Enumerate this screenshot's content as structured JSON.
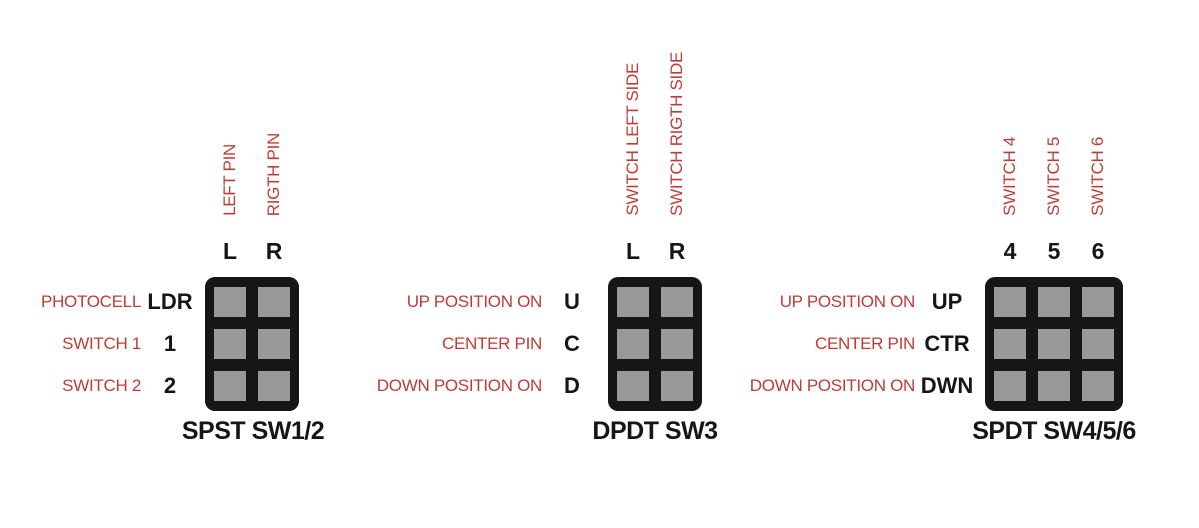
{
  "colors": {
    "accent_red": "#be3c37",
    "ink_black": "#161616",
    "pin_gray": "#999999",
    "bg": "#ffffff"
  },
  "switches": [
    {
      "caption": "SPST SW1/2",
      "top_labels": [
        "LEFT PIN",
        "RIGTH PIN"
      ],
      "col_headers": [
        "L",
        "R"
      ],
      "rows": [
        {
          "desc": "PHOTOCELL",
          "pin": "LDR"
        },
        {
          "desc": "SWITCH 1",
          "pin": "1"
        },
        {
          "desc": "SWITCH 2",
          "pin": "2"
        }
      ]
    },
    {
      "caption": "DPDT SW3",
      "top_labels": [
        "SWITCH LEFT SIDE",
        "SWITCH RIGTH SIDE"
      ],
      "col_headers": [
        "L",
        "R"
      ],
      "rows": [
        {
          "desc": "UP POSITION ON",
          "pin": "U"
        },
        {
          "desc": "CENTER PIN",
          "pin": "C"
        },
        {
          "desc": "DOWN POSITION ON",
          "pin": "D"
        }
      ]
    },
    {
      "caption": "SPDT SW4/5/6",
      "top_labels": [
        "SWITCH 4",
        "SWITCH 5",
        "SWITCH 6"
      ],
      "col_headers": [
        "4",
        "5",
        "6"
      ],
      "rows": [
        {
          "desc": "UP POSITION ON",
          "pin": "UP"
        },
        {
          "desc": "CENTER PIN",
          "pin": "CTR"
        },
        {
          "desc": "DOWN POSITION ON",
          "pin": "DWN"
        }
      ]
    }
  ]
}
